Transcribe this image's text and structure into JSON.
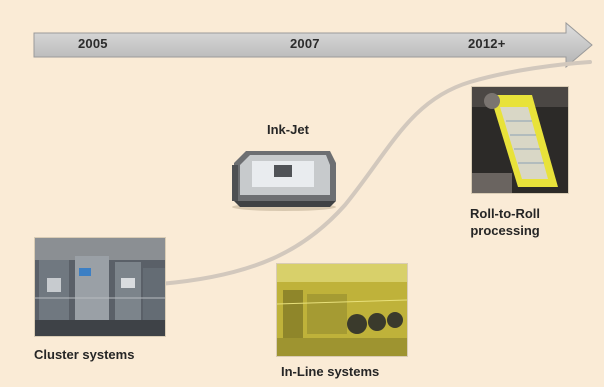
{
  "timeline": {
    "years": [
      "2005",
      "2007",
      "2012+"
    ]
  },
  "technologies": [
    {
      "label": "Cluster systems",
      "icon": "cluster-systems-photo"
    },
    {
      "label": "Ink-Jet",
      "icon": "inkjet-printer-photo"
    },
    {
      "label": "In-Line systems",
      "icon": "inline-systems-photo"
    },
    {
      "label_line1": "Roll-to-Roll",
      "label_line2": "processing",
      "icon": "roll-to-roll-photo"
    }
  ],
  "colors": {
    "background": "#faebd6",
    "arrow_fill": "#c7c7c7",
    "curve": "#cfc6bb",
    "yellow_film": "#e8e23a"
  }
}
